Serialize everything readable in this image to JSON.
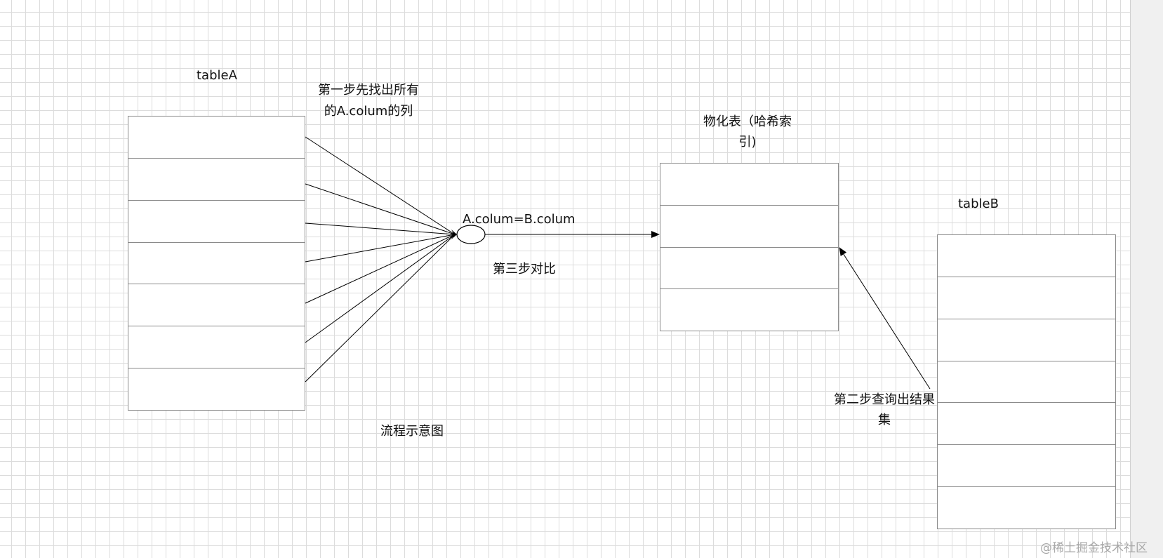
{
  "diagram": {
    "table_a": {
      "title": "tableA",
      "row_count": 7
    },
    "table_b": {
      "title": "tableB",
      "row_count": 7
    },
    "materialized_table": {
      "title_line1": "物化表（哈希索",
      "title_line2": "引)",
      "row_count": 4
    },
    "join_node": {
      "label": "A.colum=B.colum"
    },
    "step1": {
      "line1": "第一步先找出所有",
      "line2": "的A.colum的列"
    },
    "step2": {
      "line1": "第二步查询出结果",
      "line2": "集"
    },
    "step3": {
      "label": "第三步对比"
    },
    "caption": "流程示意图"
  },
  "watermark": "@稀土掘金技术社区",
  "colors": {
    "line": "#000000",
    "border": "#8a8a8a",
    "grid": "#dcdcdc"
  }
}
